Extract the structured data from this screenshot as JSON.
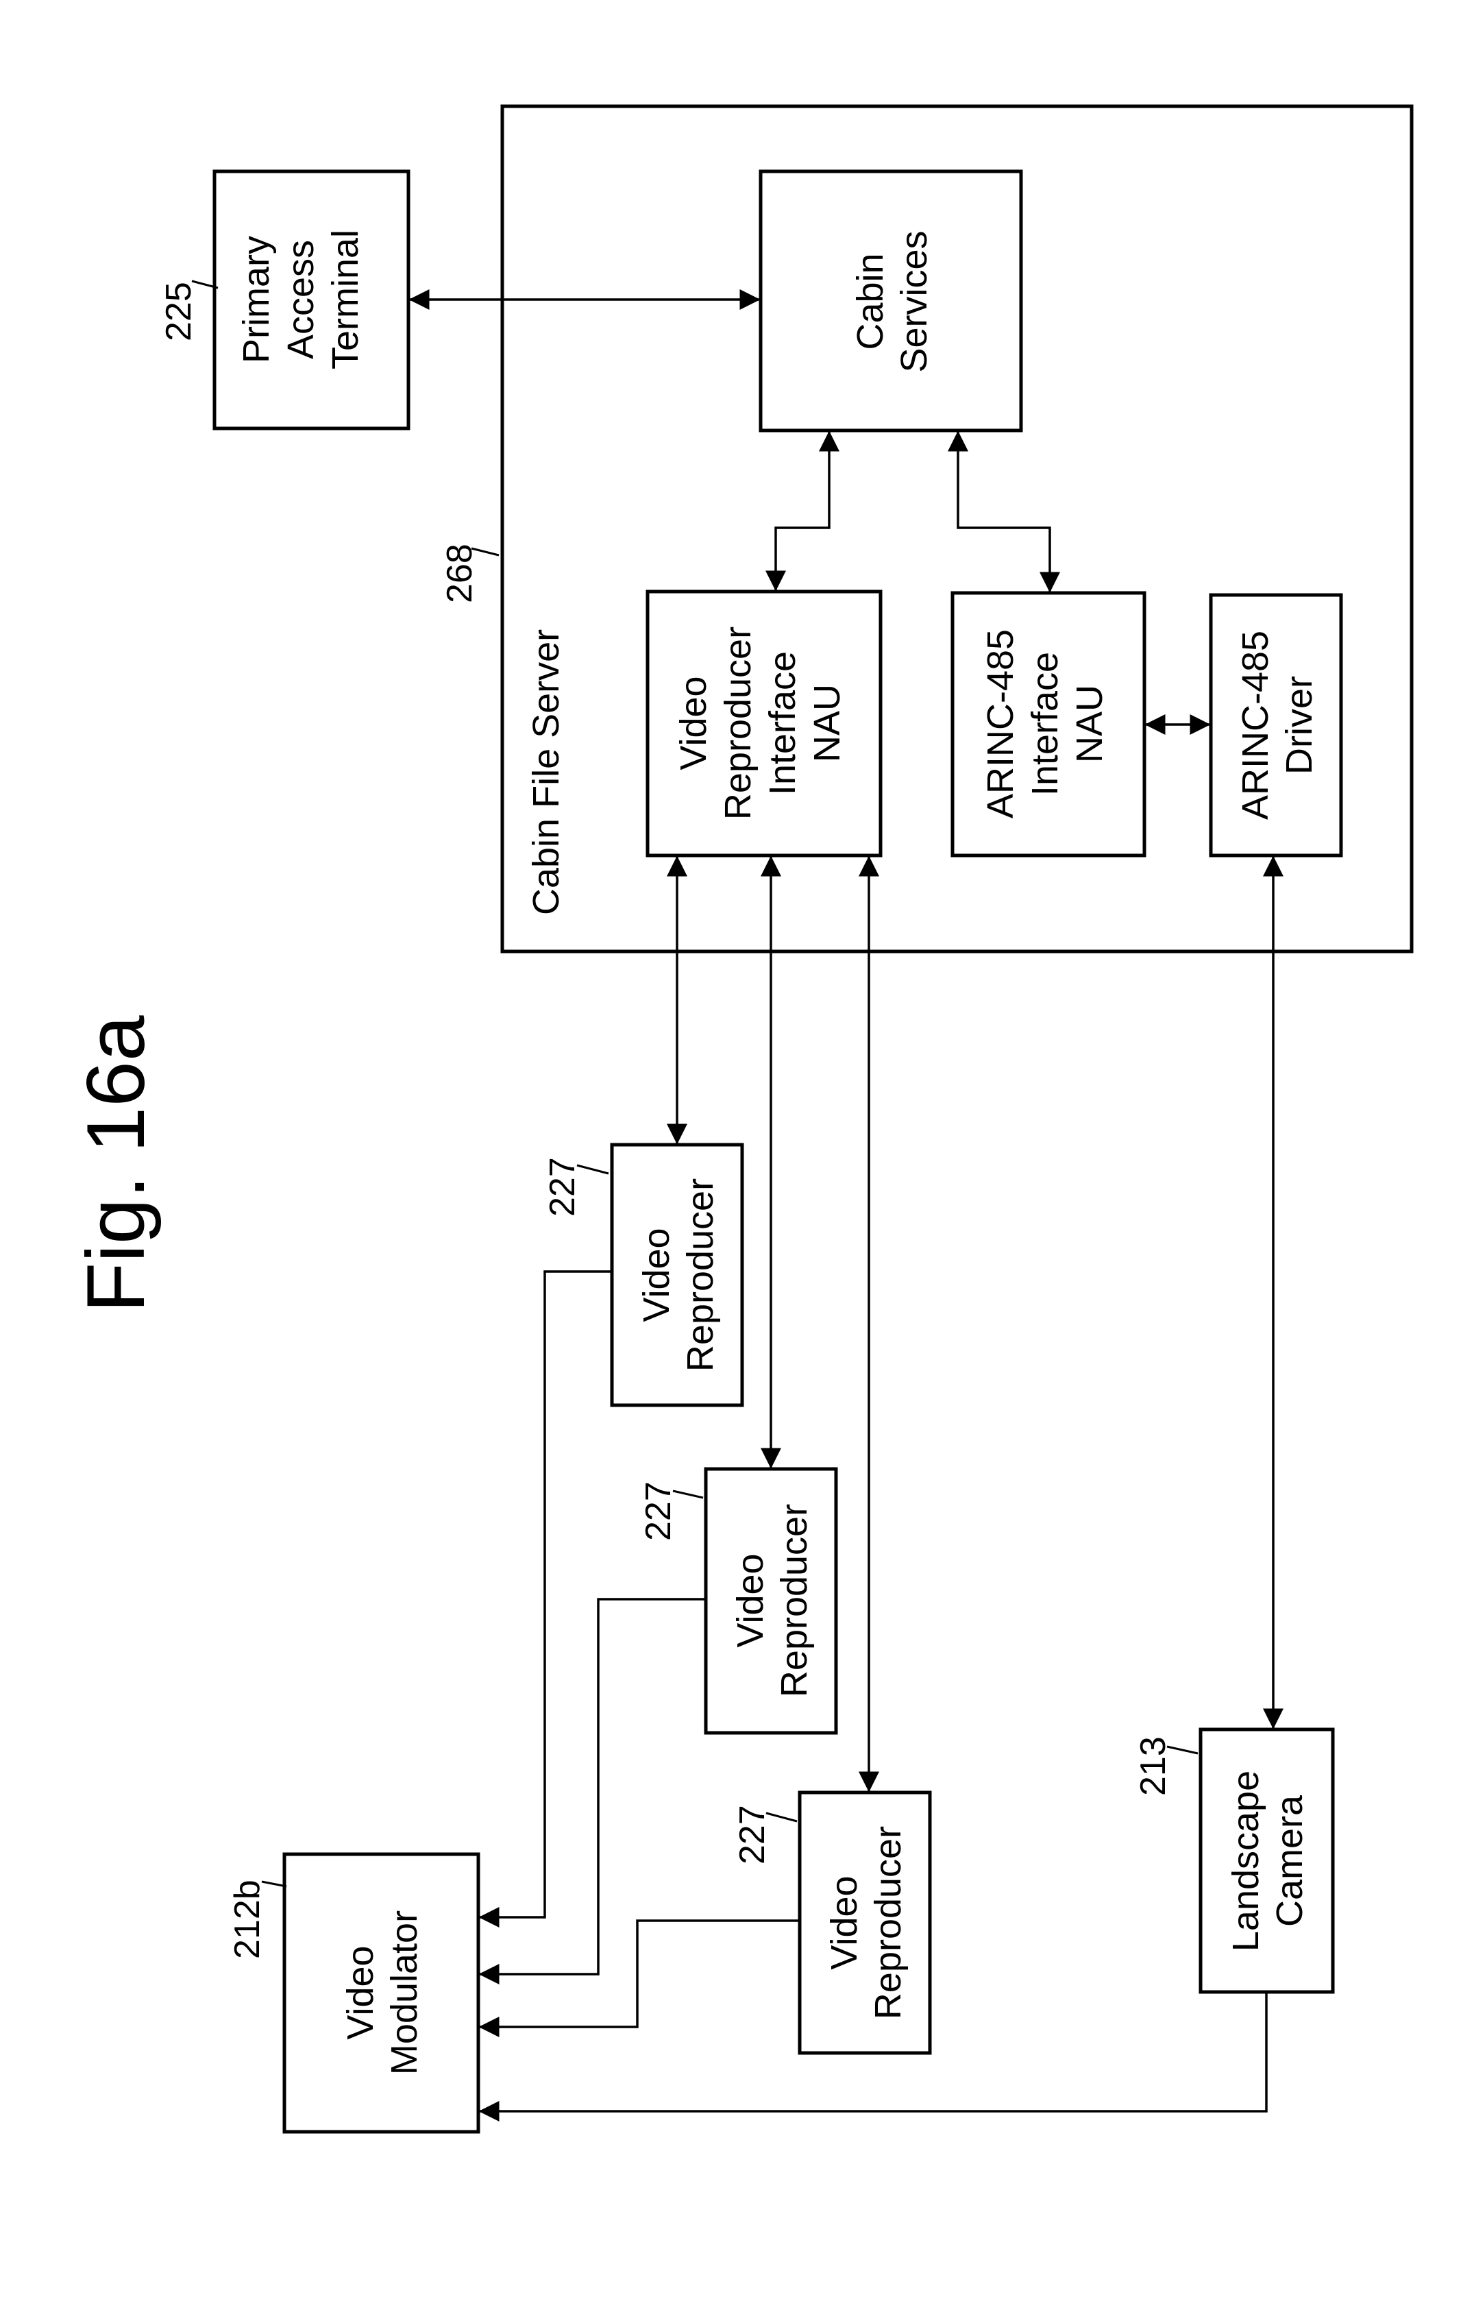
{
  "figure": {
    "title": "Fig. 16a"
  },
  "cabin_file_server": {
    "title": "Cabin File Server",
    "ref": "268"
  },
  "blocks": {
    "primary_access_terminal": {
      "lines": [
        "Primary",
        "Access",
        "Terminal"
      ],
      "ref": "225"
    },
    "cabin_services": {
      "lines": [
        "Cabin",
        "Services"
      ]
    },
    "video_reproducer_interface_nau": {
      "lines": [
        "Video",
        "Reproducer",
        "Interface",
        "NAU"
      ]
    },
    "arinc485_interface_nau": {
      "lines": [
        "ARINC-485",
        "Interface",
        "NAU"
      ]
    },
    "arinc485_driver": {
      "lines": [
        "ARINC-485",
        "Driver"
      ]
    },
    "video_reproducer_1": {
      "lines": [
        "Video",
        "Reproducer"
      ],
      "ref": "227"
    },
    "video_reproducer_2": {
      "lines": [
        "Video",
        "Reproducer"
      ],
      "ref": "227"
    },
    "video_reproducer_3": {
      "lines": [
        "Video",
        "Reproducer"
      ],
      "ref": "227"
    },
    "video_modulator": {
      "lines": [
        "Video",
        "Modulator"
      ],
      "ref": "212b"
    },
    "landscape_camera": {
      "lines": [
        "Landscape",
        "Camera"
      ],
      "ref": "213"
    }
  },
  "colors": {
    "ink": "#000000",
    "paper": "#ffffff"
  }
}
